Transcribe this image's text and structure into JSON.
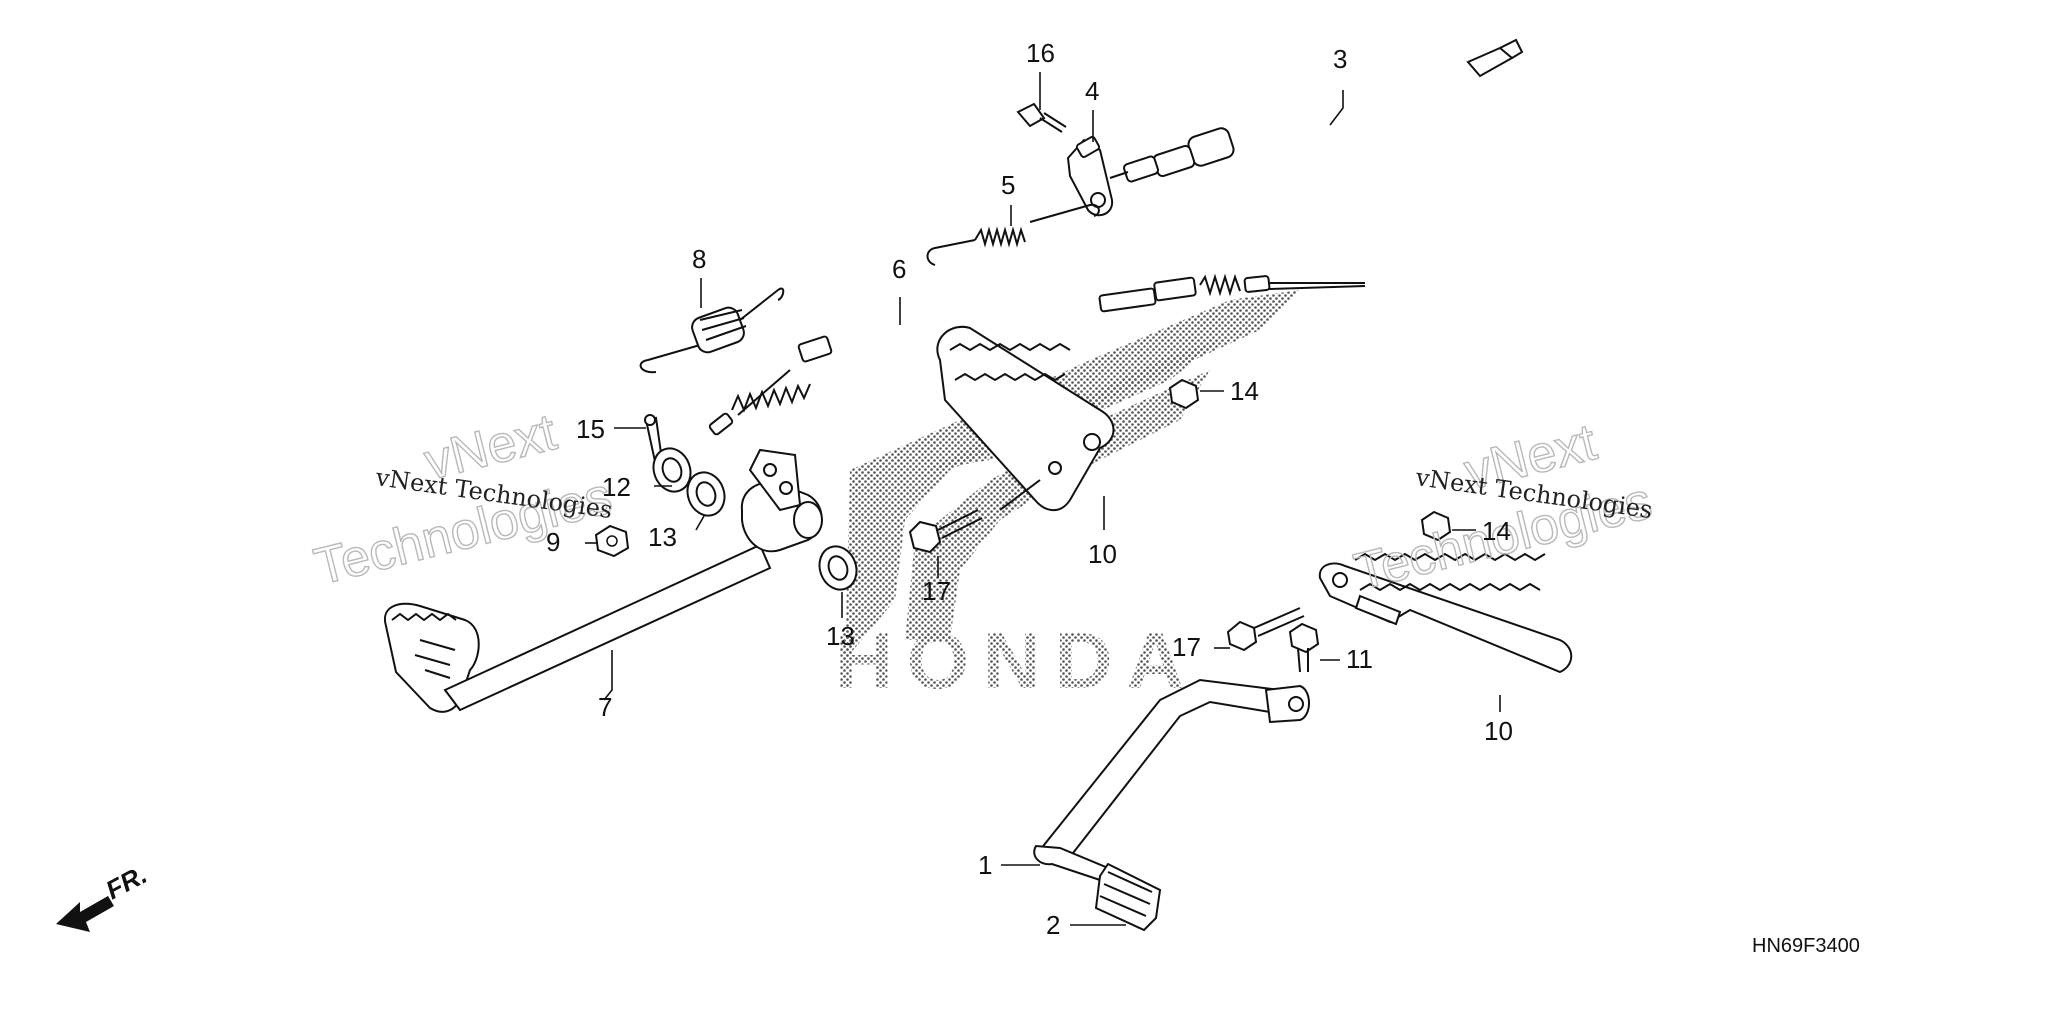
{
  "diagram": {
    "code": "HN69F3400",
    "direction": "FR.",
    "logo": "HONDA",
    "watermarks": {
      "serif": "vNext Technologies",
      "outline_top": "vNext",
      "outline_bottom": "Technologies"
    },
    "callouts": [
      "1",
      "2",
      "3",
      "4",
      "5",
      "6",
      "7",
      "8",
      "9",
      "10",
      "10",
      "11",
      "12",
      "13",
      "13",
      "14",
      "14",
      "15",
      "16",
      "17",
      "17"
    ]
  }
}
